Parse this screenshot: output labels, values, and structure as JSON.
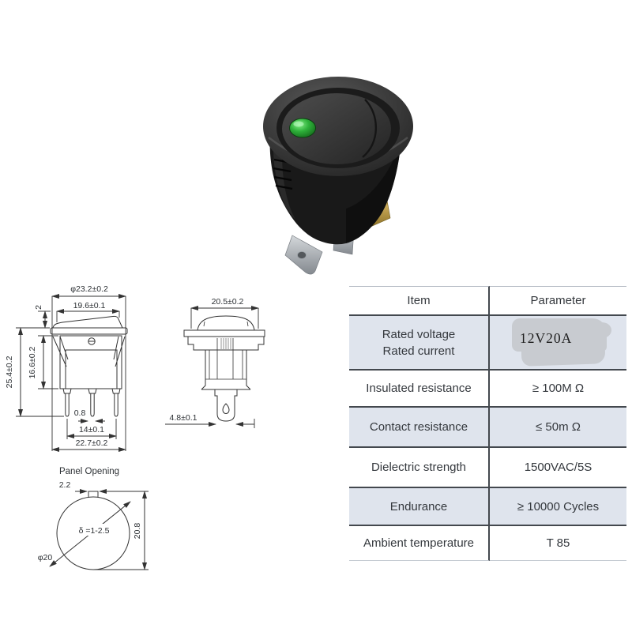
{
  "photo": {
    "description": "Round black rocker switch, 3/4 view, green LED dot, three terminals",
    "led_color": "#2fbe3a"
  },
  "drawings": {
    "side_view": {
      "dia_top": "φ23.2±0.2",
      "rocker_width": "19.6±0.1",
      "rocker_height": "2",
      "body_height": "16.6±0.2",
      "total_height": "25.4±0.2",
      "pin_thickness": "0.8",
      "pin_pitch": "14±0.1",
      "body_width": "22.7±0.2"
    },
    "front_view": {
      "width": "20.5±0.2",
      "terminal_width": "4.8±0.1"
    },
    "panel_opening": {
      "title": "Panel Opening",
      "notch_width": "2.2",
      "panel_thickness": "δ =1-2.5",
      "opening_height": "20.8",
      "opening_dia": "φ20"
    }
  },
  "spec_table": {
    "header": {
      "item": "Item",
      "parameter": "Parameter"
    },
    "rows": [
      {
        "item": "Rated voltage",
        "item2": "Rated current",
        "parameter": "12V20A"
      },
      {
        "item": "Insulated resistance",
        "parameter": "≥ 100M Ω"
      },
      {
        "item": "Contact resistance",
        "parameter": "≤ 50m Ω"
      },
      {
        "item": "Dielectric strength",
        "parameter": "1500VAC/5S"
      },
      {
        "item": "Endurance",
        "parameter": "≥ 10000 Cycles"
      },
      {
        "item": "Ambient temperature",
        "parameter": "T 85"
      }
    ]
  }
}
